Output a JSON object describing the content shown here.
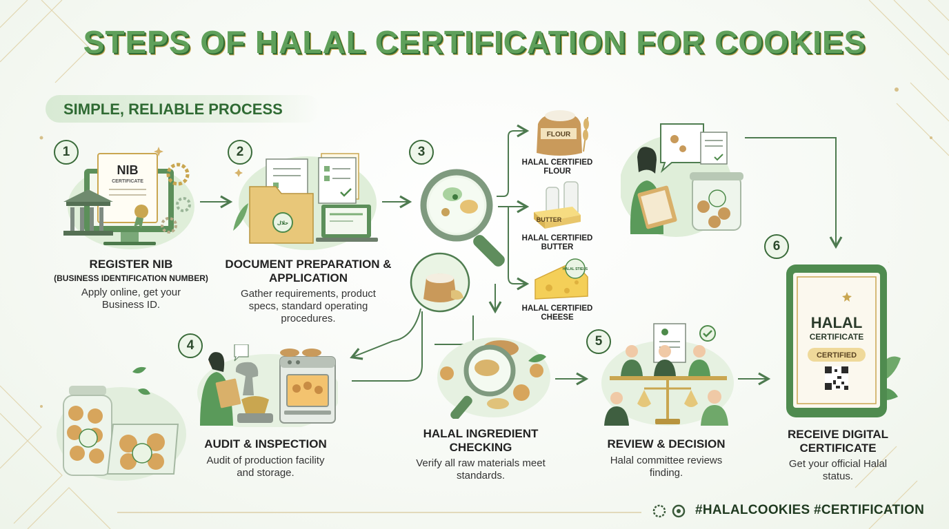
{
  "title": "STEPS OF HALAL CERTIFICATION FOR COOKIES",
  "subtitle": "SIMPLE, RELIABLE PROCESS",
  "steps": [
    {
      "number": "1",
      "title": "REGISTER NIB",
      "subtitle": "(BUSINESS IDENTIFICATION NUMBER)",
      "description": "Apply online, get your Business ID.",
      "badge": "NIB",
      "badge_sub": "CERTIFICATE"
    },
    {
      "number": "2",
      "title": "DOCUMENT PREPARATION & APPLICATION",
      "description": "Gather requirements, product specs, standard operating procedures."
    },
    {
      "number": "3",
      "title": "HALAL INGREDIENT CHECKING",
      "description": "Verify all raw materials meet standards."
    },
    {
      "number": "4",
      "title": "AUDIT & INSPECTION",
      "description": "Audit of production facility and storage."
    },
    {
      "number": "5",
      "title": "REVIEW & DECISION",
      "description": "Halal committee reviews finding."
    },
    {
      "number": "6",
      "title": "RECEIVE DIGITAL CERTIFICATE",
      "description": "Get your official Halal status."
    }
  ],
  "ingredients": [
    {
      "label": "HALAL CERTIFIED FLOUR",
      "tag": "FLOUR"
    },
    {
      "label": "HALAL CERTIFIED BUTTER",
      "tag": "BUTTER"
    },
    {
      "label": "HALAL CERTIFIED CHEESE",
      "tag": "HALAL STIEUS"
    }
  ],
  "certificate": {
    "title": "HALAL",
    "subtitle": "CERTIFICATE",
    "badge": "CERTIFIED"
  },
  "hashtags": "#HALALCOOKIES  #CERTIFICATION",
  "colors": {
    "primary_green": "#3a7a3e",
    "light_green": "#d8ead4",
    "gold": "#c9a650"
  }
}
